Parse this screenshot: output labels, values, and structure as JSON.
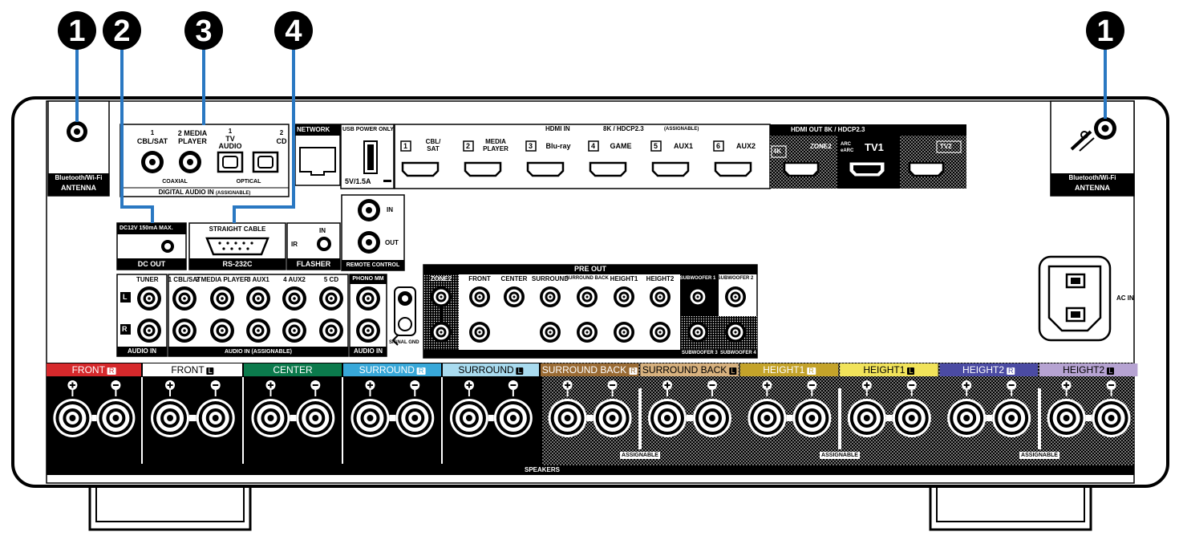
{
  "callouts": [
    "1",
    "2",
    "3",
    "4",
    "1"
  ],
  "antenna": {
    "line1": "Bluetooth/Wi-Fi",
    "line2": "ANTENNA"
  },
  "digital_audio": {
    "coax1_num": "1",
    "coax1_name": "CBL/SAT",
    "coax2_num": "2",
    "coax2_name_a": "MEDIA",
    "coax2_name_b": "PLAYER",
    "opt1_num": "1",
    "opt1_name_a": "TV",
    "opt1_name_b": "AUDIO",
    "opt2_num": "2",
    "opt2_name": "CD",
    "coaxial": "COAXIAL",
    "optical": "OPTICAL",
    "title": "DIGITAL AUDIO IN",
    "assignable": "(ASSIGNABLE)"
  },
  "network": "NETWORK",
  "usb": {
    "title": "USB POWER ONLY",
    "rating": "5V/1.5A"
  },
  "hdmi_in": {
    "title": "HDMI IN",
    "spec": "8K / HDCP2.3",
    "assignable": "(ASSIGNABLE)",
    "ports": [
      {
        "num": "1",
        "name_a": "CBL/",
        "name_b": "SAT"
      },
      {
        "num": "2",
        "name_a": "MEDIA",
        "name_b": "PLAYER"
      },
      {
        "num": "3",
        "name_a": "Blu-ray",
        "name_b": ""
      },
      {
        "num": "4",
        "name_a": "GAME",
        "name_b": ""
      },
      {
        "num": "5",
        "name_a": "AUX1",
        "name_b": ""
      },
      {
        "num": "6",
        "name_a": "AUX2",
        "name_b": ""
      }
    ]
  },
  "hdmi_out": {
    "title": "HDMI OUT  8K / HDCP2.3",
    "k4": "4K",
    "zone2": "ZONE2",
    "arc": "ARC",
    "earc": "eARC",
    "tv1": "TV1",
    "tv2": "TV2"
  },
  "dc_out": {
    "spec": "DC12V 150mA MAX.",
    "title": "DC OUT"
  },
  "rs232c": {
    "top": "STRAIGHT CABLE",
    "title": "RS-232C"
  },
  "flasher": {
    "ir": "IR",
    "in": "IN",
    "title": "FLASHER"
  },
  "remote": {
    "in": "IN",
    "out": "OUT",
    "title": "REMOTE CONTROL"
  },
  "audio_in": {
    "tuner": "TUNER",
    "l": "L",
    "r": "R",
    "title": "AUDIO IN",
    "inputs": [
      "1 CBL/SAT",
      "2 MEDIA PLAYER",
      "3 AUX1",
      "4 AUX2",
      "5 CD"
    ],
    "assignable_title": "AUDIO IN (ASSIGNABLE)",
    "phono": "PHONO MM",
    "phono_title": "AUDIO IN",
    "signal_gnd": "SIGNAL GND"
  },
  "pre_out": {
    "title": "PRE OUT",
    "channels": [
      "ZONE2",
      "FRONT",
      "CENTER",
      "SURROUND",
      "SURROUND BACK",
      "HEIGHT1",
      "HEIGHT2",
      "SUBWOOFER 1",
      "SUBWOOFER 2"
    ],
    "sub3": "SUBWOOFER 3",
    "sub4": "SUBWOOFER 4"
  },
  "ac_in": "AC IN",
  "speakers": {
    "title": "SPEAKERS",
    "assignable": "ASSIGNABLE",
    "plus": "+",
    "minus": "−",
    "groups": [
      {
        "name": "FRONT",
        "side": "R",
        "color": "#d6292c"
      },
      {
        "name": "FRONT",
        "side": "L",
        "color": "#ffffff"
      },
      {
        "name": "CENTER",
        "side": "",
        "color": "#0b7a4c"
      },
      {
        "name": "SURROUND",
        "side": "R",
        "color": "#38a8d9"
      },
      {
        "name": "SURROUND",
        "side": "L",
        "color": "#a9dbef"
      },
      {
        "name": "SURROUND BACK",
        "side": "R",
        "color": "#9a6b34"
      },
      {
        "name": "SURROUND BACK",
        "side": "L",
        "color": "#d7b17e"
      },
      {
        "name": "HEIGHT1",
        "side": "R",
        "color": "#c4a32a"
      },
      {
        "name": "HEIGHT1",
        "side": "L",
        "color": "#f1e35a"
      },
      {
        "name": "HEIGHT2",
        "side": "R",
        "color": "#4b4ba3"
      },
      {
        "name": "HEIGHT2",
        "side": "L",
        "color": "#b6a3d2"
      }
    ]
  },
  "colors": {
    "leader_line": "#2a78c2",
    "panel": "#000000"
  }
}
